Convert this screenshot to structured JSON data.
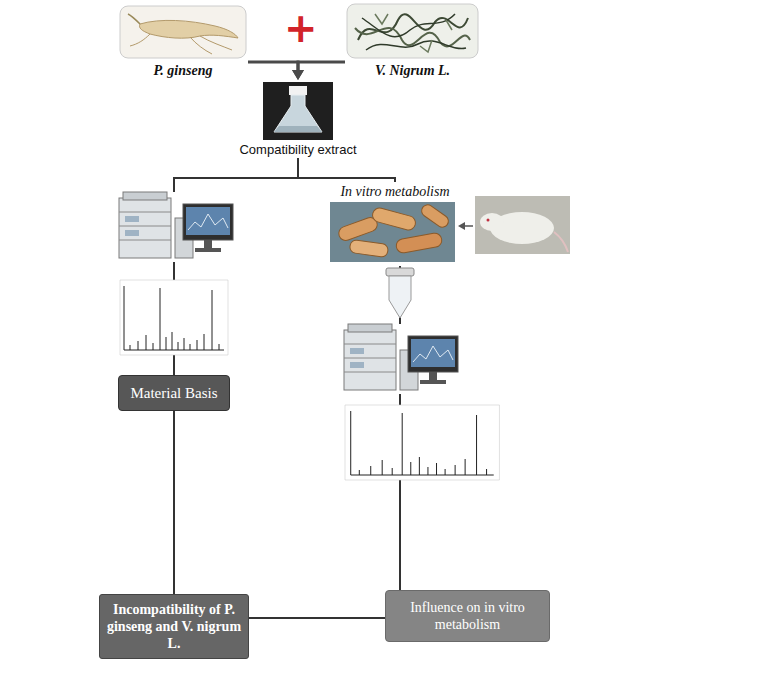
{
  "diagram": {
    "nodes": [
      {
        "text": [
          "P. ginseng"
        ]
      },
      {
        "text": [
          "V. Nigrum L."
        ]
      },
      {
        "text": [
          "Compatibility extract"
        ]
      },
      {
        "text": [
          "In vitro metabolism"
        ]
      },
      {
        "text": [
          "Material Basis"
        ]
      },
      {
        "text": [
          "Incompatibility of P. ginseng and V. nigrum L."
        ]
      },
      {
        "text": [
          "Influence on in vitro metabolism"
        ]
      }
    ],
    "edges": [
      {
        "from": 0,
        "to": 2,
        "arrow": "to"
      },
      {
        "from": 1,
        "to": 2,
        "arrow": "to"
      },
      {
        "from": 2,
        "to": 4,
        "arrow": "none"
      },
      {
        "from": 2,
        "to": 3,
        "arrow": "none"
      },
      {
        "from": 3,
        "to": 6,
        "arrow": "none"
      },
      {
        "from": 4,
        "to": 5,
        "arrow": "none"
      },
      {
        "from": 6,
        "to": 5,
        "arrow": "none"
      }
    ],
    "labels": [
      "+"
    ]
  }
}
